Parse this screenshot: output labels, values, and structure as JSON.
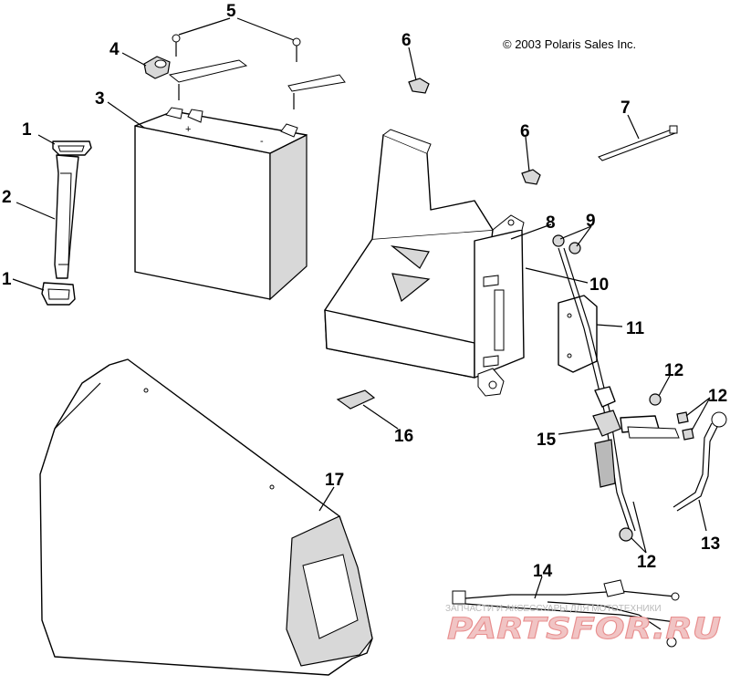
{
  "copyright": "© 2003 Polaris Sales Inc.",
  "callouts": {
    "c1a": "1",
    "c1b": "1",
    "c2": "2",
    "c3": "3",
    "c4": "4",
    "c5": "5",
    "c6a": "6",
    "c6b": "6",
    "c7": "7",
    "c8": "8",
    "c9": "9",
    "c10": "10",
    "c11": "11",
    "c12a": "12",
    "c12b": "12",
    "c12c": "12",
    "c13": "13",
    "c14": "14",
    "c15": "15",
    "c16": "16",
    "c17": "17"
  },
  "watermark": {
    "tagline": "ЗАПЧАСТИ И АКСЕССУАРЫ ДЛЯ МОТОТЕХНИКИ",
    "brand": "PARTSFOR.RU"
  },
  "colors": {
    "line": "#000000",
    "watermark_red": "#e88f8f"
  }
}
